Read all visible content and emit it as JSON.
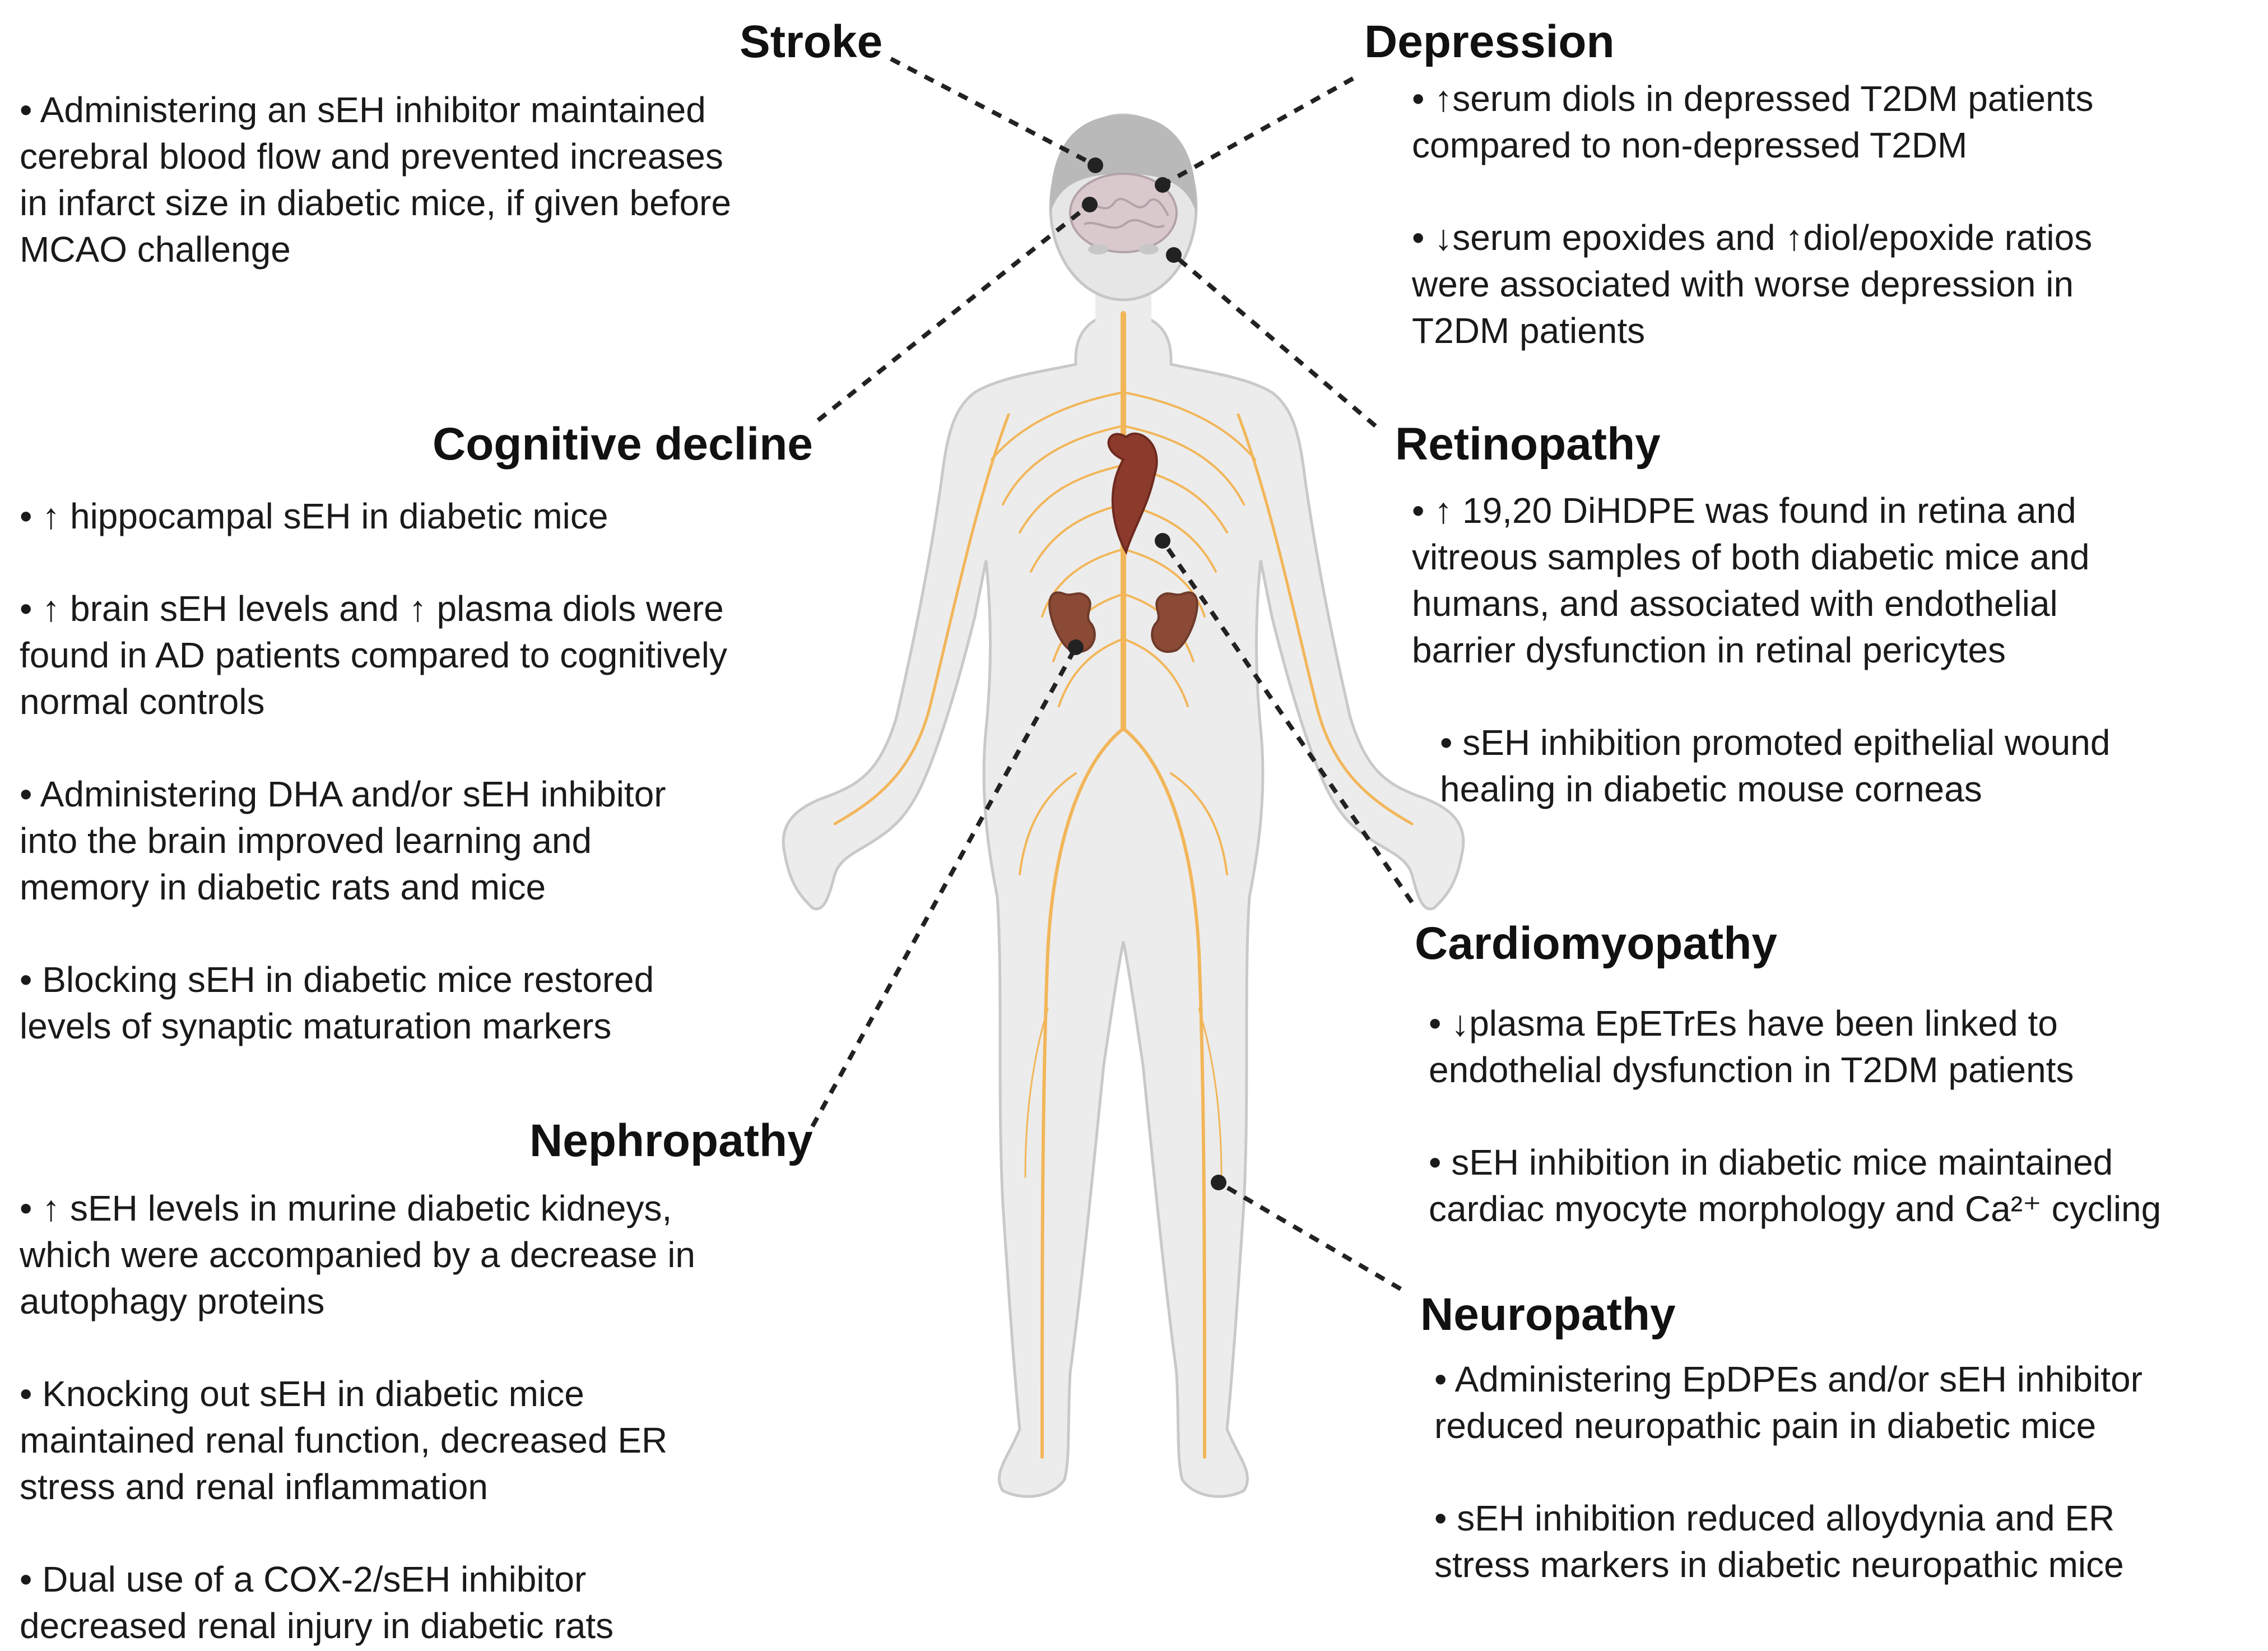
{
  "colors": {
    "body_fill": "#ececec",
    "body_outline": "#c9c9c9",
    "nerve": "#f2b65a",
    "organ": "#8b3a2c",
    "kidney": "#8a4a36",
    "brain": "#b3a3a8",
    "pointer": "#222222"
  },
  "sections": {
    "stroke": {
      "title": "Stroke",
      "bullets": [
        "• Administering an sEH inhibitor maintained\ncerebral blood flow and prevented increases\nin infarct size in diabetic mice, if given before\nMCAO challenge"
      ]
    },
    "depression": {
      "title": "Depression",
      "bullets": [
        "• ↑serum diols in depressed T2DM patients\ncompared to non-depressed T2DM",
        "• ↓serum epoxides and ↑diol/epoxide ratios\nwere associated with worse depression in\nT2DM patients"
      ]
    },
    "cognitive": {
      "title": "Cognitive decline",
      "bullets": [
        "• ↑ hippocampal sEH in diabetic mice",
        "• ↑ brain sEH levels and ↑ plasma diols were\nfound in AD patients compared to cognitively\nnormal controls",
        "• Administering DHA and/or sEH inhibitor\ninto the brain improved learning and\nmemory in diabetic rats and mice",
        "• Blocking sEH in diabetic mice restored\nlevels of synaptic maturation markers"
      ]
    },
    "retinopathy": {
      "title": "Retinopathy",
      "bullets": [
        "• ↑ 19,20 DiHDPE was found in retina and\nvitreous samples of both diabetic mice and\nhumans, and associated with endothelial\nbarrier dysfunction in retinal pericytes",
        "• sEH inhibition promoted epithelial wound\n     healing in diabetic mouse corneas"
      ]
    },
    "cardiomyopathy": {
      "title": "Cardiomyopathy",
      "bullets": [
        "• ↓plasma EpETrEs have been linked to\nendothelial dysfunction in T2DM patients",
        "• sEH inhibition in diabetic mice maintained\ncardiac myocyte morphology and Ca²⁺ cycling"
      ]
    },
    "nephropathy": {
      "title": "Nephropathy",
      "bullets": [
        "• ↑ sEH levels in murine diabetic kidneys,\nwhich were accompanied by a decrease in\nautophagy proteins",
        "• Knocking out sEH in diabetic mice\nmaintained renal function, decreased ER\nstress and renal inflammation",
        "• Dual use of a COX-2/sEH inhibitor\ndecreased renal injury in diabetic rats"
      ]
    },
    "neuropathy": {
      "title": "Neuropathy",
      "bullets": [
        "• Administering EpDPEs and/or sEH inhibitor\nreduced neuropathic pain in diabetic mice",
        "• sEH inhibition reduced alloydynia and ER\nstress markers in diabetic neuropathic mice"
      ]
    }
  }
}
